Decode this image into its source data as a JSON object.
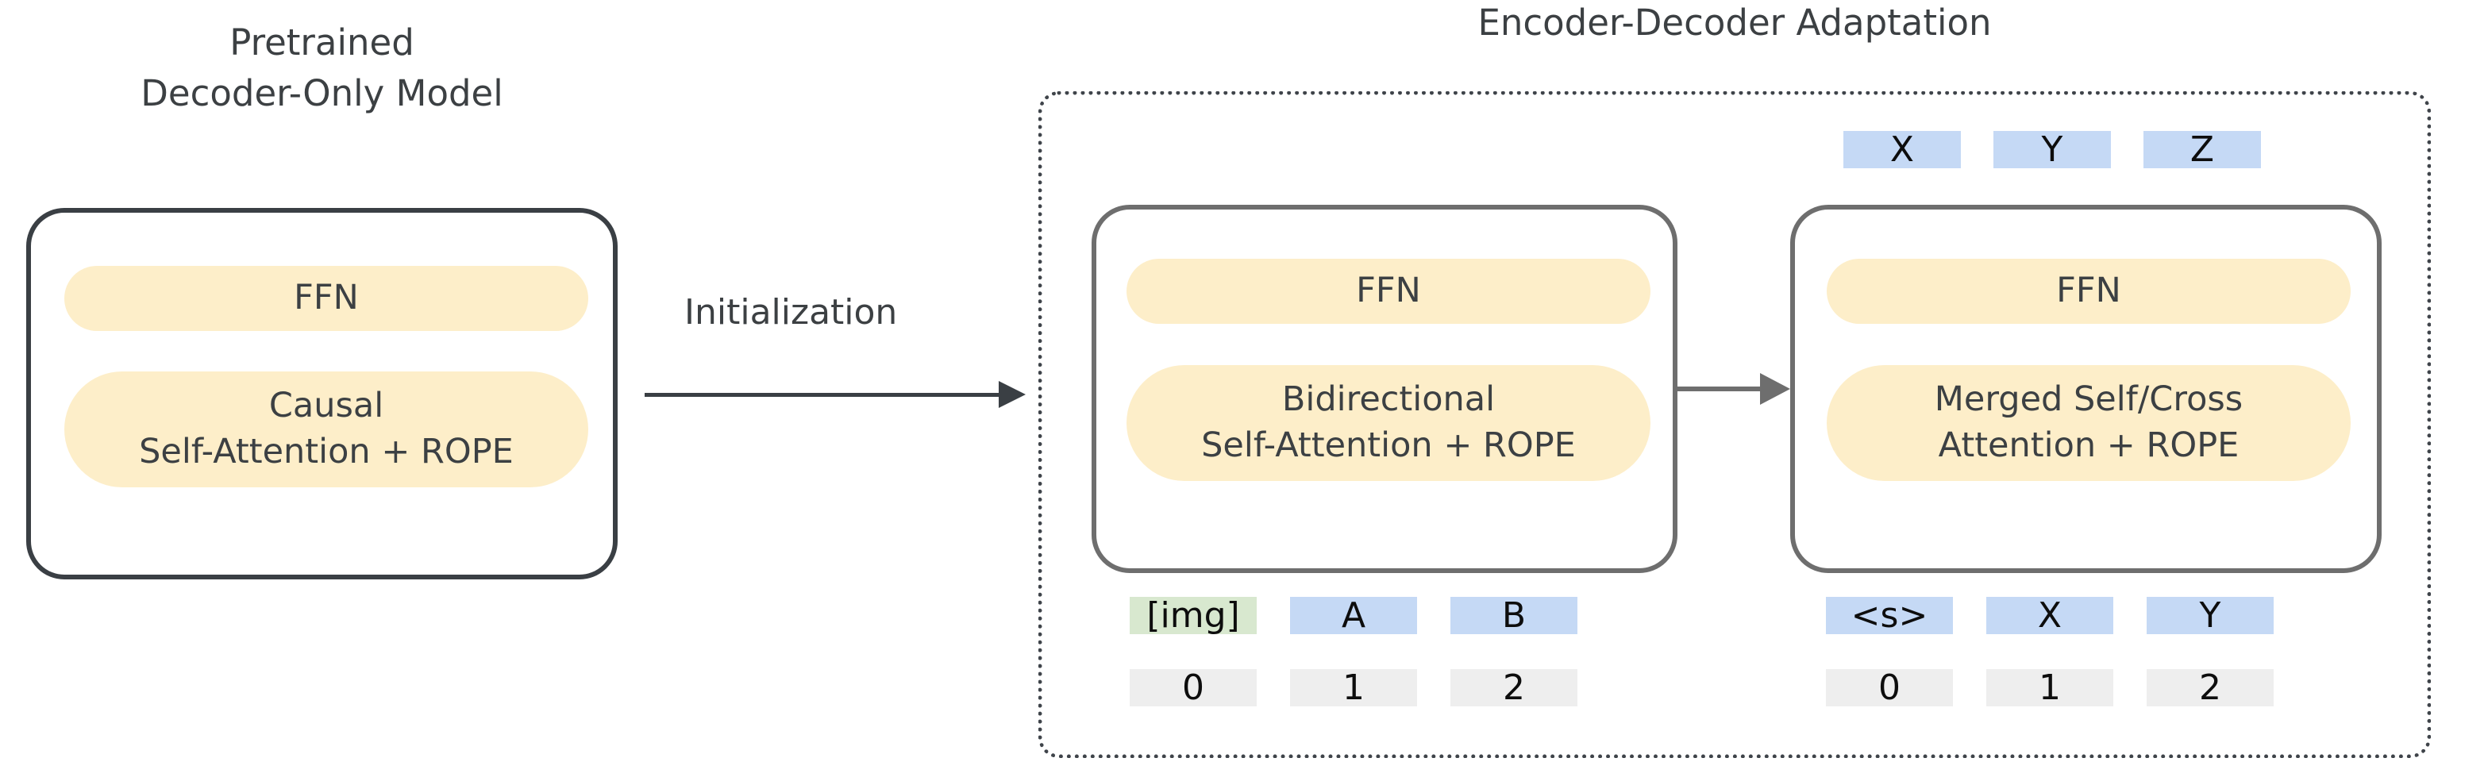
{
  "left_panel": {
    "title_line1": "Pretrained",
    "title_line2": "Decoder-Only Model",
    "blocks": [
      {
        "label": "FFN"
      },
      {
        "line1": "Causal",
        "line2": "Self-Attention + ROPE"
      }
    ]
  },
  "transition": {
    "label": "Initialization",
    "arrow": "right-arrow-icon"
  },
  "right_panel": {
    "title": "Encoder-Decoder Adaptation",
    "encoder": {
      "blocks": [
        {
          "label": "FFN"
        },
        {
          "line1": "Bidirectional",
          "line2": "Self-Attention + ROPE"
        }
      ],
      "input_tokens": [
        "[img]",
        "A",
        "B"
      ],
      "input_positions": [
        "0",
        "1",
        "2"
      ]
    },
    "decoder": {
      "blocks": [
        {
          "label": "FFN"
        },
        {
          "line1": "Merged Self/Cross",
          "line2": "Attention + ROPE"
        }
      ],
      "output_tokens": [
        "X",
        "Y",
        "Z"
      ],
      "input_tokens": [
        "<s>",
        "X",
        "Y"
      ],
      "input_positions": [
        "0",
        "1",
        "2"
      ]
    },
    "cross_arrow": "right-arrow-icon"
  },
  "colors": {
    "pill_yellow": "#fdeec9",
    "token_blue": "#c5d9f5",
    "token_green": "#d8e8cf",
    "token_grey": "#eeeeee",
    "box_dark": "#3a3f44",
    "box_grey": "#6e6e6e"
  }
}
